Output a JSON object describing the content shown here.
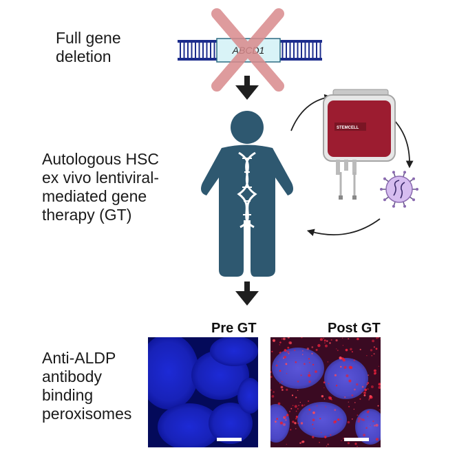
{
  "steps": {
    "deletion": "Full gene\ndeletion",
    "therapy": "Autologous HSC\nex vivo lentiviral-\nmediated gene\ntherapy (GT)",
    "antibody": "Anti-ALDP\nantibody\nbinding\nperoxisomes"
  },
  "gene": {
    "name": "ABCD1"
  },
  "bag": {
    "brand": "STEMCELL"
  },
  "panels": {
    "pre": "Pre GT",
    "post": "Post GT"
  },
  "colors": {
    "human": "#2e5870",
    "arrow": "#1f1f1f",
    "cross": "#d98a8c",
    "dna_strand": "#1c2c8c",
    "blood_bag": "#9c1c30",
    "virus": "#b48ad6",
    "nucleus_blue": "#1a24c8",
    "aldp_red": "#d0203a"
  }
}
